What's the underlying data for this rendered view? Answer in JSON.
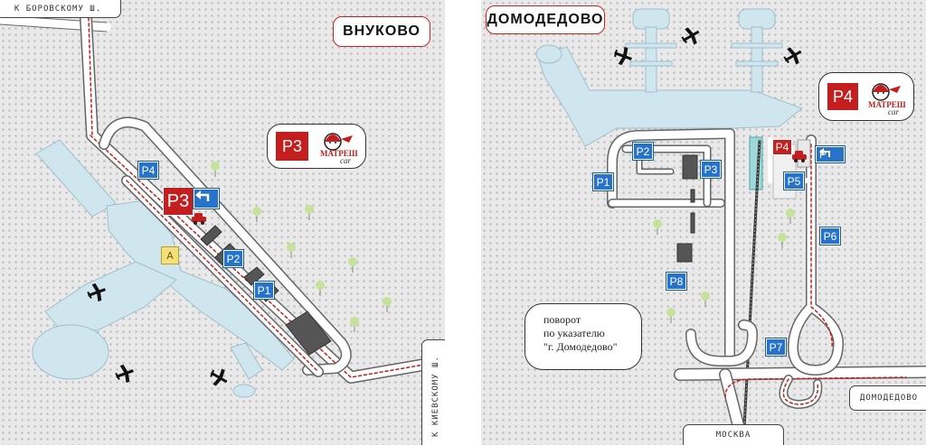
{
  "vnukovo": {
    "title": "ВНУКОВО",
    "road_borovskoe": "К БОРОВСКОМУ Ш.",
    "road_kievskoe": "К КИЕВСКОМУ Ш.",
    "parking_main": "P3",
    "bubble_parking": "P3",
    "logo_text": "МАТРЕШ",
    "logo_sub": "car",
    "parkings": [
      "P4",
      "P2",
      "P1"
    ],
    "terminal_badge": "A",
    "accent_red": "#c41e1e",
    "accent_blue": "#2673c9"
  },
  "domodedovo": {
    "title": "ДОМОДЕДОВО",
    "bubble_parking": "P4",
    "logo_text": "МАТРЕШ",
    "logo_sub": "car",
    "parking_red": "P4",
    "parking_arrow": "P",
    "parkings": [
      "P2",
      "P3",
      "P1",
      "P5",
      "P6",
      "P8",
      "P7"
    ],
    "road_domodedovo": "ДОМОДЕДОВО",
    "road_moskva": "МОСКВА",
    "route_lines": [
      "поворот",
      "по указателю",
      "\"г. Домодедово\""
    ]
  }
}
